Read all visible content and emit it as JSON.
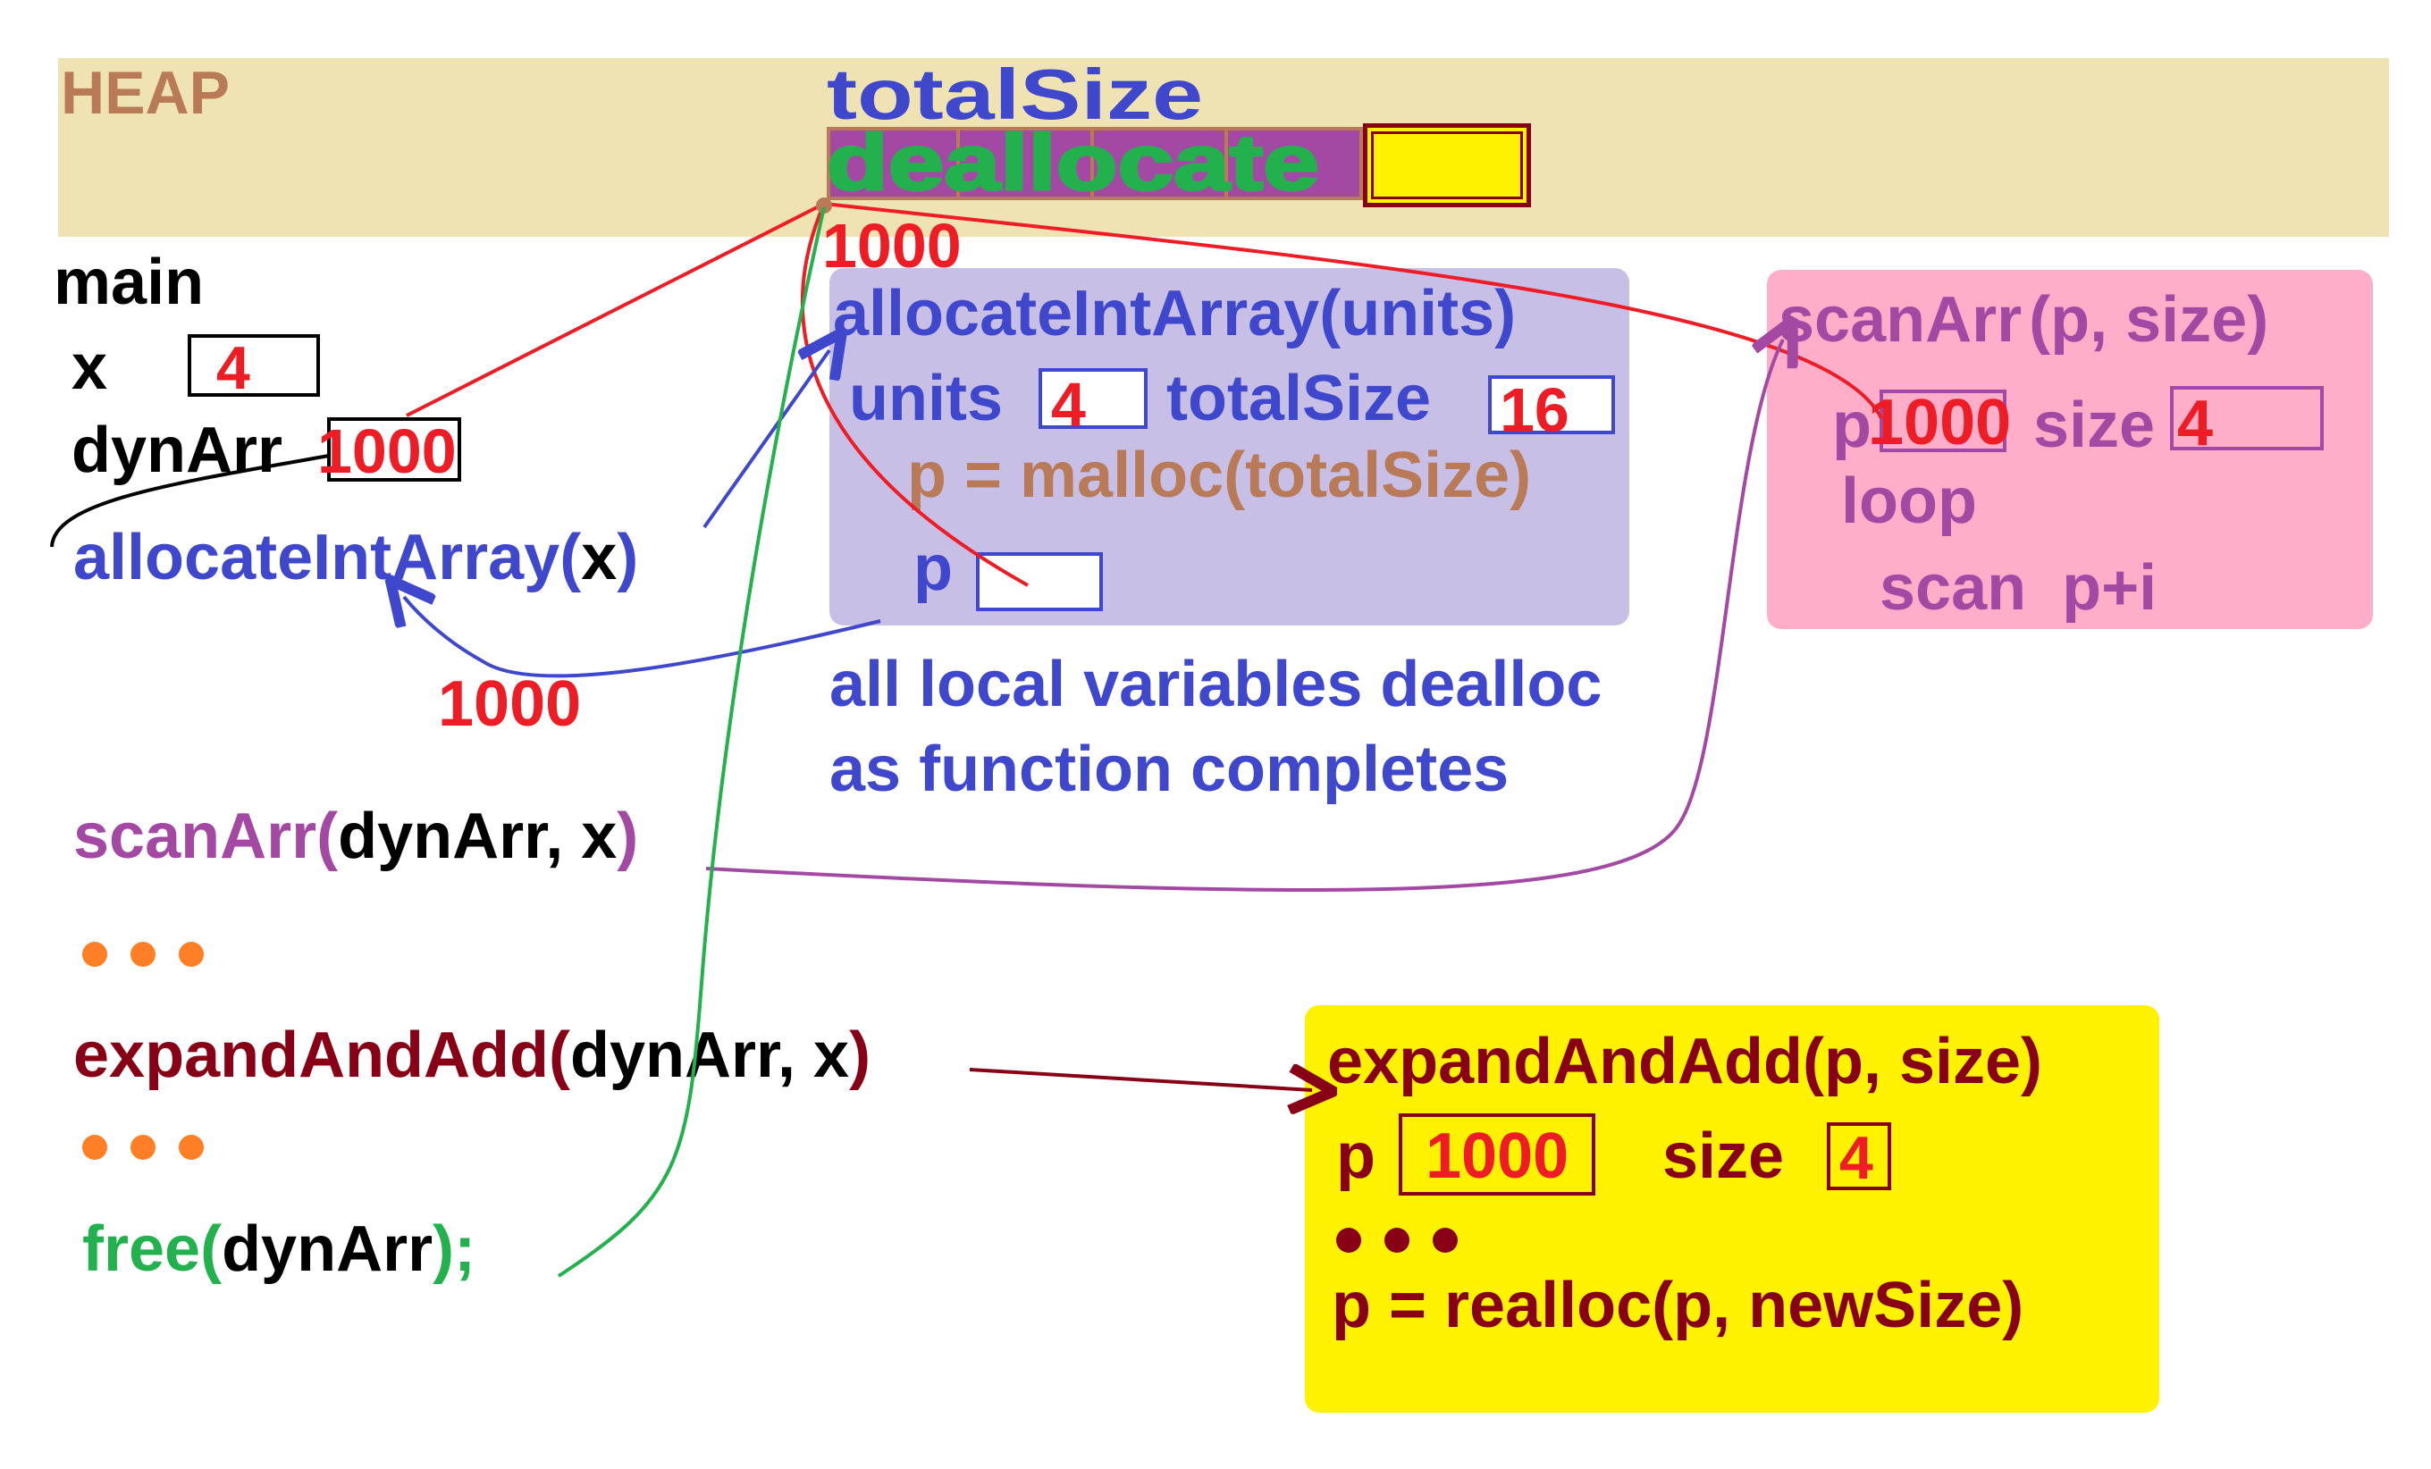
{
  "heap": {
    "label": "HEAP",
    "total_size_label": "totalSize",
    "deallocate_label": "deallocate"
  },
  "main": {
    "title": "main",
    "x_label": "x",
    "x_value": "4",
    "dynarr_label": "dynArr",
    "dynarr_value": "1000",
    "call_allocate_fn": "allocateIntArray(",
    "call_allocate_arg": "x",
    "call_allocate_close": ")",
    "return_value": "1000",
    "call_scan_fn": "scanArr(",
    "call_scan_args": "dynArr, x",
    "call_scan_close": ")",
    "call_expand_fn": "expandAndAdd(",
    "call_expand_args": "dynArr, x",
    "call_expand_close": ")",
    "call_free_fn": "free(",
    "call_free_arg": "dynArr",
    "call_free_close": ");"
  },
  "heap_address": "1000",
  "allocate_panel": {
    "signature": "allocateIntArray(units)",
    "units_label": "units",
    "units_value": "4",
    "total_label": "totalSize",
    "total_value": "16",
    "malloc_line": "p = malloc(totalSize)",
    "p_label": "p",
    "p_value": ""
  },
  "note": {
    "line1": "all local variables dealloc",
    "line2": "as function completes"
  },
  "scan_panel": {
    "signature_fn": "scanArr",
    "signature_args": "(p, size)",
    "p_label": "p",
    "p_value": "1000",
    "size_label": "size",
    "size_value": "4",
    "loop_line": "loop",
    "scan_line": "scan  p+i"
  },
  "expand_panel": {
    "signature": "expandAndAdd(p, size)",
    "p_label": "p",
    "p_value": "1000",
    "size_label": "size",
    "size_value": "4",
    "realloc_line": "p = realloc(p, newSize)"
  },
  "colors": {
    "heap_band": "#efe3b3",
    "allocate_panel": "#c8bfe7",
    "scan_panel": "#ffaec9",
    "expand_panel": "#fff200",
    "red": "#ee1c24",
    "blue": "#3f48cc",
    "purple": "#a349a4",
    "maroon": "#880015",
    "green": "#22b14c",
    "brown": "#b97a57",
    "orange": "#ff7f27"
  }
}
